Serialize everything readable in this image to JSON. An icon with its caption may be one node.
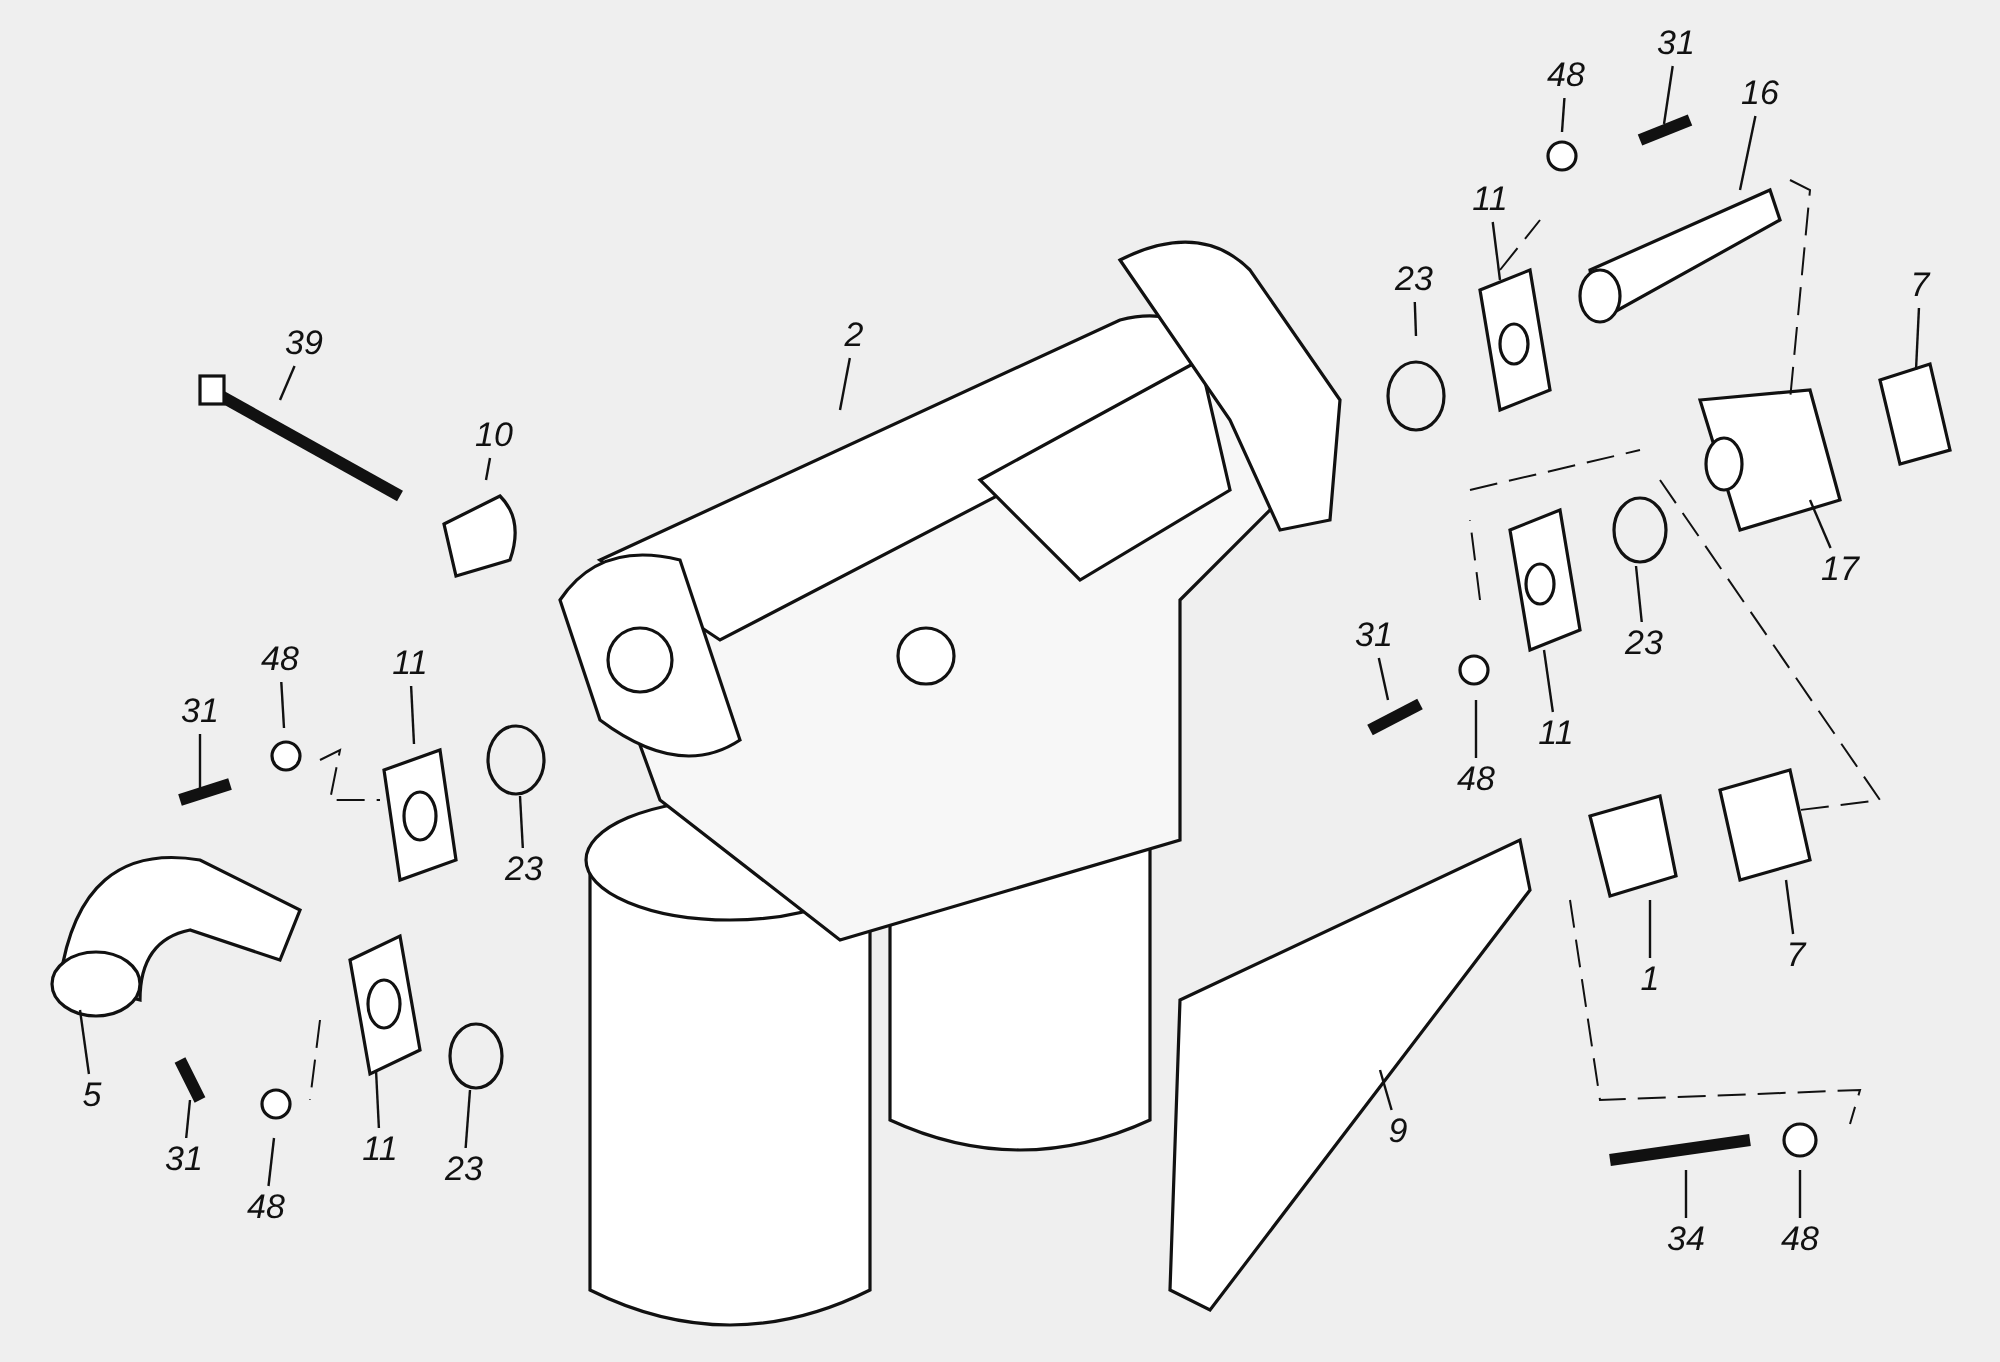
{
  "diagram": {
    "nodes": [
      {
        "text": [
          "31"
        ]
      },
      {
        "text": [
          "48"
        ]
      },
      {
        "text": [
          "16"
        ]
      },
      {
        "text": [
          "11"
        ]
      },
      {
        "text": [
          "23"
        ]
      },
      {
        "text": [
          "7"
        ]
      },
      {
        "text": [
          "39"
        ]
      },
      {
        "text": [
          "2"
        ]
      },
      {
        "text": [
          "10"
        ]
      },
      {
        "text": [
          "17"
        ]
      },
      {
        "text": [
          "31"
        ]
      },
      {
        "text": [
          "23"
        ]
      },
      {
        "text": [
          "48"
        ]
      },
      {
        "text": [
          "11"
        ]
      },
      {
        "text": [
          "31"
        ]
      },
      {
        "text": [
          "11"
        ]
      },
      {
        "text": [
          "48"
        ]
      },
      {
        "text": [
          "23"
        ]
      },
      {
        "text": [
          "7"
        ]
      },
      {
        "text": [
          "1"
        ]
      },
      {
        "text": [
          "5"
        ]
      },
      {
        "text": [
          "9"
        ]
      },
      {
        "text": [
          "11"
        ]
      },
      {
        "text": [
          "31"
        ]
      },
      {
        "text": [
          "23"
        ]
      },
      {
        "text": [
          "48"
        ]
      },
      {
        "text": [
          "34"
        ]
      },
      {
        "text": [
          "48"
        ]
      }
    ],
    "edges": [
      {
        "from": 0,
        "to": null,
        "arrow": "none"
      },
      {
        "from": 1,
        "to": null,
        "arrow": "none"
      },
      {
        "from": 2,
        "to": null,
        "arrow": "none"
      },
      {
        "from": 3,
        "to": null,
        "arrow": "none"
      },
      {
        "from": 4,
        "to": null,
        "arrow": "none"
      },
      {
        "from": 5,
        "to": null,
        "arrow": "none"
      },
      {
        "from": 6,
        "to": null,
        "arrow": "none"
      },
      {
        "from": 7,
        "to": null,
        "arrow": "none"
      },
      {
        "from": 8,
        "to": null,
        "arrow": "none"
      },
      {
        "from": 9,
        "to": null,
        "arrow": "none"
      },
      {
        "from": 10,
        "to": null,
        "arrow": "none"
      },
      {
        "from": 11,
        "to": null,
        "arrow": "none"
      },
      {
        "from": 12,
        "to": null,
        "arrow": "none"
      },
      {
        "from": 13,
        "to": null,
        "arrow": "none"
      },
      {
        "from": 14,
        "to": null,
        "arrow": "none"
      },
      {
        "from": 15,
        "to": null,
        "arrow": "none"
      },
      {
        "from": 16,
        "to": null,
        "arrow": "none"
      },
      {
        "from": 17,
        "to": null,
        "arrow": "none"
      },
      {
        "from": 18,
        "to": null,
        "arrow": "none"
      },
      {
        "from": 19,
        "to": null,
        "arrow": "none"
      },
      {
        "from": 20,
        "to": null,
        "arrow": "none"
      },
      {
        "from": 21,
        "to": null,
        "arrow": "none"
      },
      {
        "from": 22,
        "to": null,
        "arrow": "none"
      },
      {
        "from": 23,
        "to": null,
        "arrow": "none"
      },
      {
        "from": 24,
        "to": null,
        "arrow": "none"
      },
      {
        "from": 25,
        "to": null,
        "arrow": "none"
      },
      {
        "from": 26,
        "to": null,
        "arrow": "none"
      },
      {
        "from": 27,
        "to": null,
        "arrow": "none"
      }
    ]
  }
}
